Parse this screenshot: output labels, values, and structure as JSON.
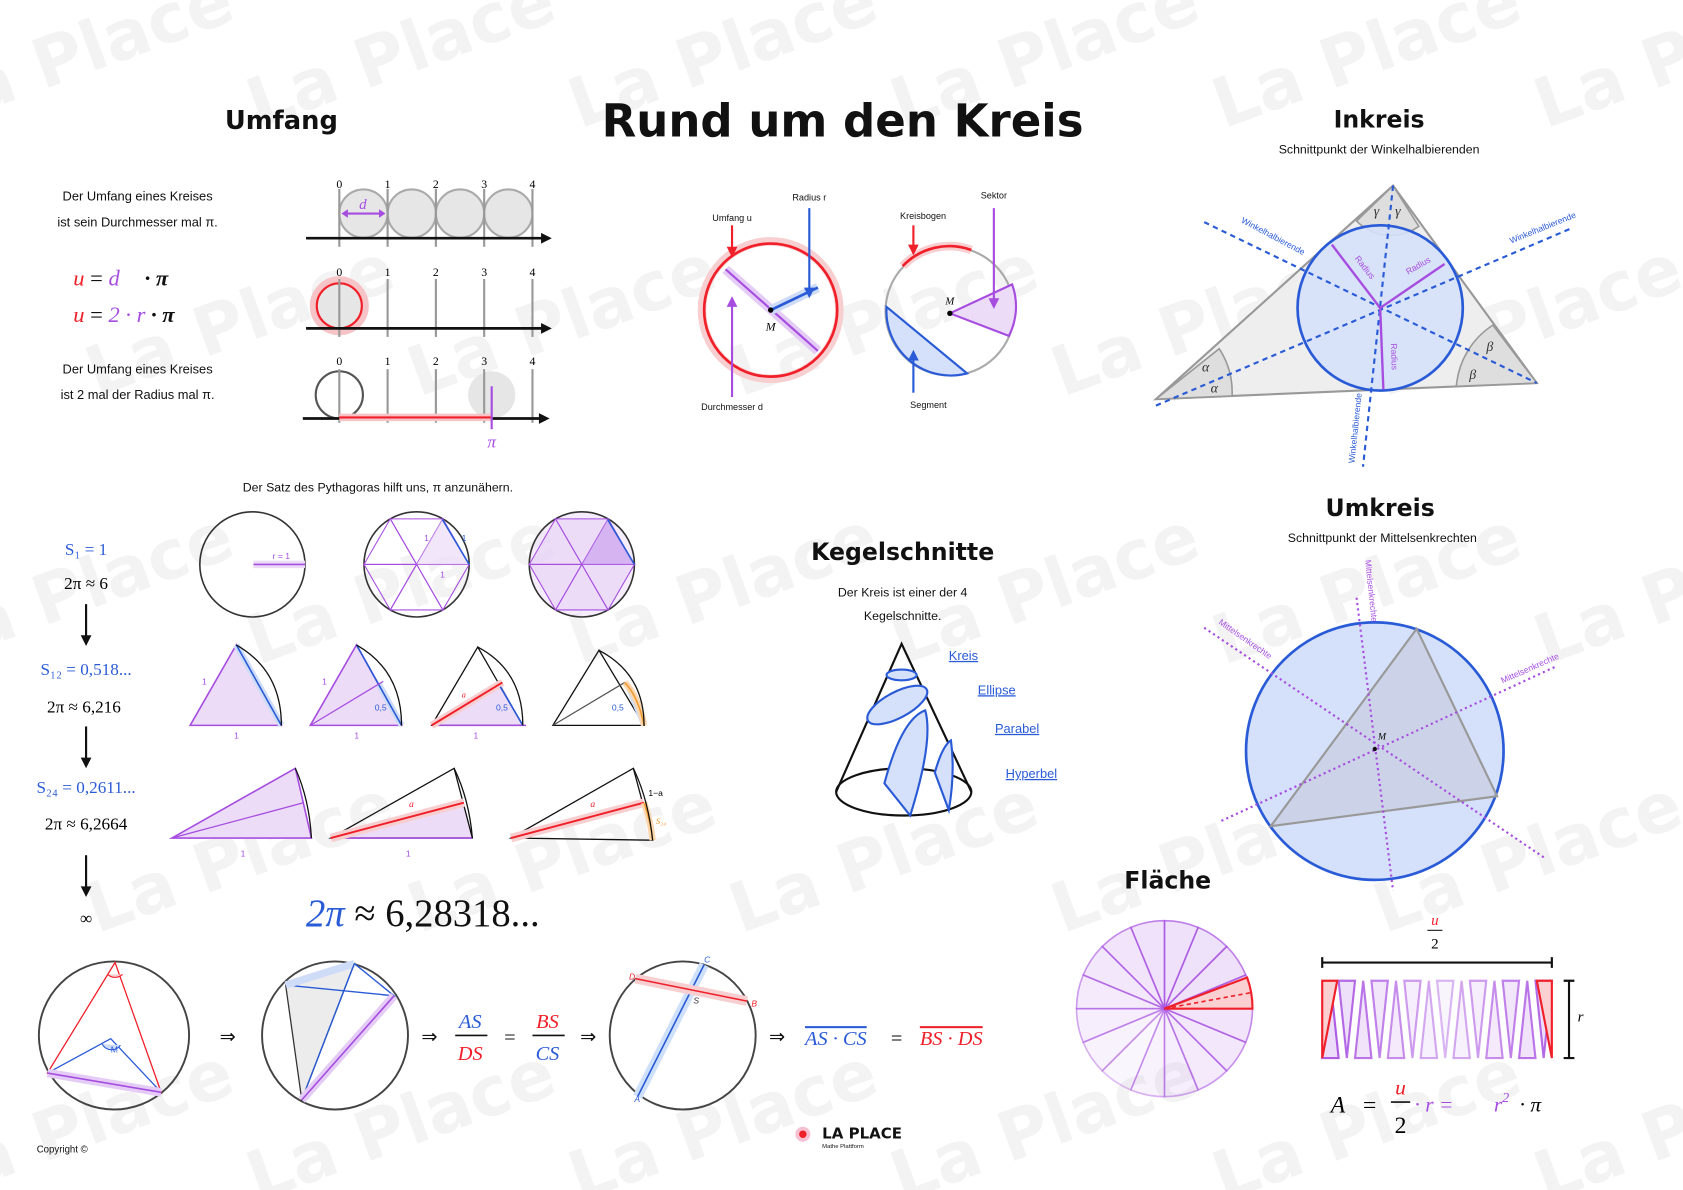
{
  "title": "Rund um den Kreis",
  "watermark": "La Place",
  "colors": {
    "red": "#f0202a",
    "blue": "#2a5bd7",
    "purple": "#a64de0",
    "orange": "#f29a2e",
    "lightblue": "#d5e0fa",
    "lightpurple": "#ecdcf8"
  },
  "umfang": {
    "heading": "Umfang",
    "text1": [
      "Der Umfang eines Kreises",
      "ist sein Durchmesser mal π."
    ],
    "text2": [
      "Der Umfang eines Kreises",
      "ist 2 mal der Radius mal π."
    ],
    "formula1": {
      "u": "u",
      "eq": "=",
      "d": "d",
      "rest": "· π"
    },
    "formula2": {
      "u": "u",
      "eq": "=",
      "mid": "2 · r",
      "rest": "· π"
    },
    "ticks": [
      "0",
      "1",
      "2",
      "3",
      "4"
    ],
    "d_label": "d",
    "pi_label": "π"
  },
  "circle_parts": {
    "umfang": "Umfang u",
    "radius": "Radius r",
    "durchmesser": "Durchmesser d",
    "center": "M",
    "kreisbogen": "Kreisbogen",
    "sektor": "Sektor",
    "segment": "Segment"
  },
  "pythagoras": {
    "intro": "Der Satz des Pythagoras hilft uns, π  anzunähern.",
    "steps": [
      {
        "s": "S₁ = 1",
        "approx": "2π ≈ 6"
      },
      {
        "s": "S₁₂ = 0,518...",
        "approx": "2π ≈ 6,216"
      },
      {
        "s": "S₂₄ = 0,2611...",
        "approx": "2π ≈ 6,2664"
      }
    ],
    "infinity": "∞",
    "r_label": "r = 1",
    "one": "1",
    "half": "0,5",
    "a": "a",
    "one_minus_a": "1−a",
    "s24": "S₂₄",
    "result_2pi": "2π",
    "result_value": "≈ 6,28318..."
  },
  "chords": {
    "implies": "⇒",
    "frac1": {
      "num": "AS",
      "den": "DS"
    },
    "frac2": {
      "num": "BS",
      "den": "CS"
    },
    "eq": "=",
    "prod_left": "AS · CS",
    "prod_right": "BS · DS",
    "points": {
      "A": "A",
      "B": "B",
      "C": "C",
      "D": "D",
      "S": "S",
      "M": "M"
    }
  },
  "inkreis": {
    "heading": "Inkreis",
    "subtitle": "Schnittpunkt der Winkelhalbierenden",
    "bisector": "Winkelhalbierende",
    "radius": "Radius",
    "alpha": "α",
    "beta": "β",
    "gamma": "γ"
  },
  "kegel": {
    "heading": "Kegelschnitte",
    "text": [
      "Der Kreis ist einer der 4",
      "Kegelschnitte."
    ],
    "links": [
      "Kreis",
      "Ellipse",
      "Parabel",
      "Hyperbel"
    ]
  },
  "umkreis": {
    "heading": "Umkreis",
    "subtitle": "Schnittpunkt der Mittelsenkrechten",
    "bisector": "Mittelsenkrechte",
    "center": "M"
  },
  "flaeche": {
    "heading": "Fläche",
    "u": "u",
    "two": "2",
    "r": "r",
    "formula": {
      "A": "A",
      "eq": "=",
      "u": "u",
      "two": "2",
      "dot_r": "· r =",
      "r2": "r",
      "sq": "2",
      "pi": "· π"
    }
  },
  "footer": {
    "copyright": "Copyright ©",
    "logo": "LA PLACE",
    "logo_sub": "Mathe Plattform"
  }
}
